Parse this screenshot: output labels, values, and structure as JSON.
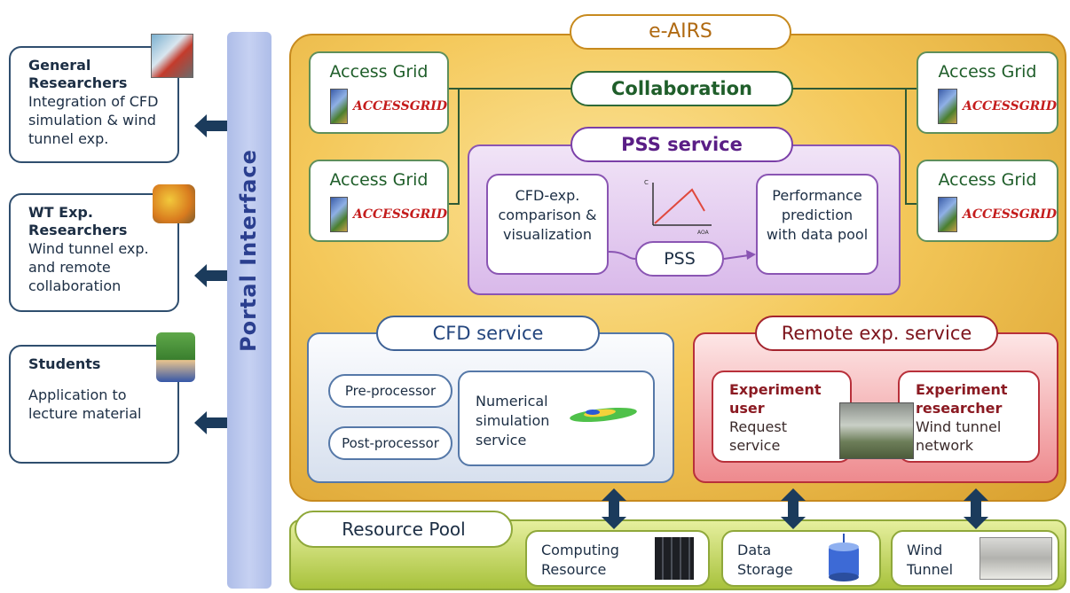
{
  "users": [
    {
      "title": "General Researchers",
      "desc": "Integration of CFD simulation & wind tunnel exp."
    },
    {
      "title": "WT Exp. Researchers",
      "desc": "Wind tunnel exp. and remote collaboration"
    },
    {
      "title": "Students",
      "desc": "Application to lecture material"
    }
  ],
  "portal": {
    "label": "Portal Interface"
  },
  "main": {
    "title": "e-AIRS"
  },
  "collaboration": {
    "label": "Collaboration"
  },
  "access_grid": {
    "label": "Access Grid",
    "logo_text": "ACCESSGRID"
  },
  "pss": {
    "title": "PSS service",
    "left": "CFD-exp. comparison & visualization",
    "center": "PSS",
    "right": "Performance prediction with data pool",
    "graph_y_label": "C",
    "graph_x_label": "AOA"
  },
  "cfd": {
    "title": "CFD service",
    "pre": "Pre-processor",
    "post": "Post-processor",
    "numerical": "Numerical simulation service"
  },
  "remote": {
    "title": "Remote exp. service",
    "user_title": "Experiment user",
    "user_desc": "Request service",
    "researcher_title": "Experiment researcher",
    "researcher_desc": "Wind tunnel network"
  },
  "resource": {
    "title": "Resource Pool",
    "items": [
      "Computing Resource",
      "Data Storage",
      "Wind Tunnel"
    ]
  },
  "colors": {
    "accent": "#c78a1e",
    "portal": "#aebde8",
    "remote": "#b8303a",
    "resource": "#a8c23c"
  }
}
